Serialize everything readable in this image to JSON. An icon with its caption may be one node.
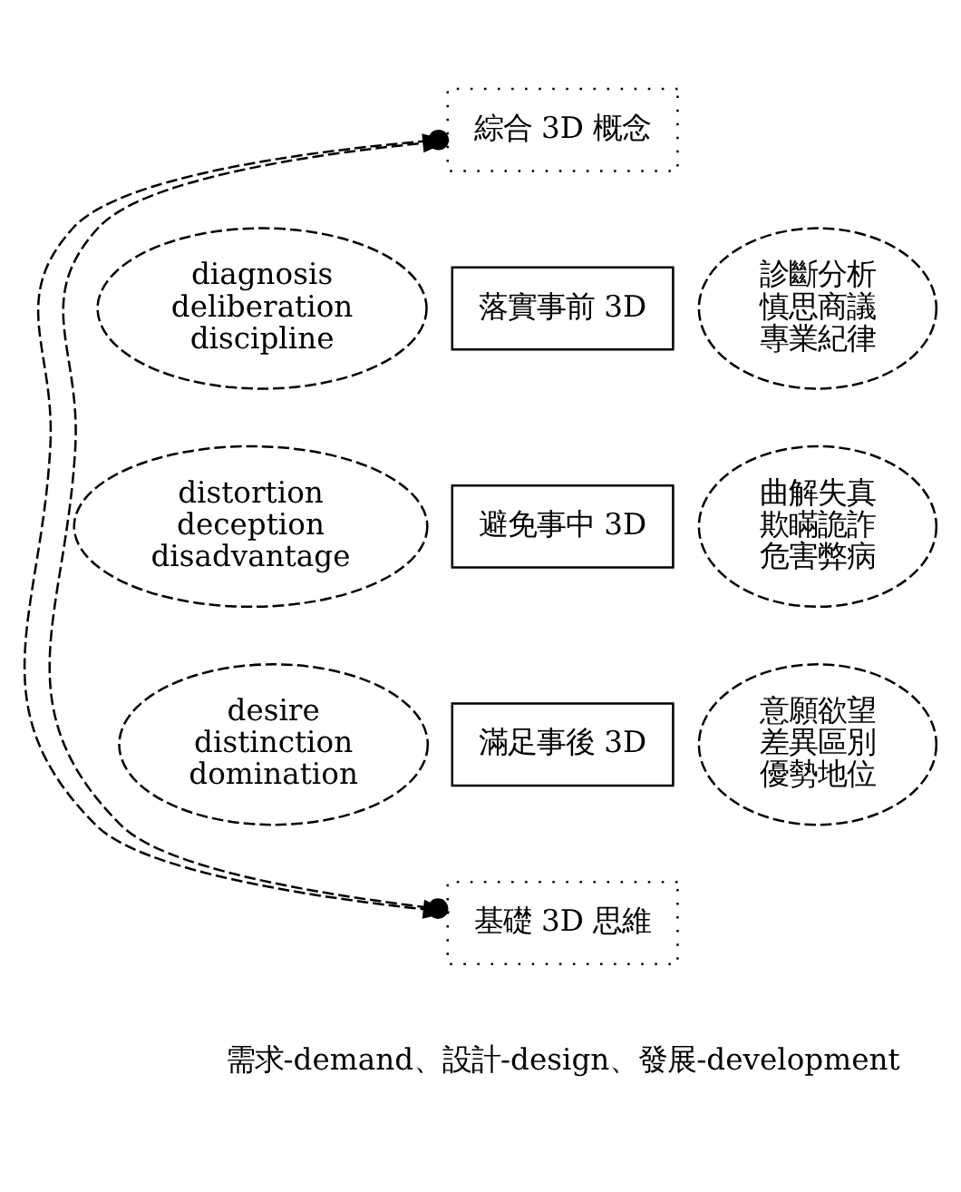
{
  "diagram": {
    "nodes": [
      {
        "text": [
          "綜合 3D 概念"
        ]
      },
      {
        "text": [
          "diagnosis deliberation discipline"
        ]
      },
      {
        "text": [
          "落實事前 3D"
        ]
      },
      {
        "text": [
          "診斷分析慎思商議專業紀律"
        ]
      },
      {
        "text": [
          "distortion deception disadvantage"
        ]
      },
      {
        "text": [
          "避免事中 3D"
        ]
      },
      {
        "text": [
          "曲解失真欺瞞詭詐危害弊病"
        ]
      },
      {
        "text": [
          "desire distinction domination"
        ]
      },
      {
        "text": [
          "滿足事後 3D"
        ]
      },
      {
        "text": [
          "意願欲望差異區別優勢地位"
        ]
      },
      {
        "text": [
          "基礎 3D 思維"
        ],
        "beside": [
          "需求-demand、設計-design、發展-development"
        ]
      }
    ],
    "edges": [
      {
        "from": 10,
        "to": 0,
        "arrow": "to",
        "style": "dashed"
      },
      {
        "from": 0,
        "to": 10,
        "arrow": "to",
        "style": "dashed"
      }
    ]
  }
}
